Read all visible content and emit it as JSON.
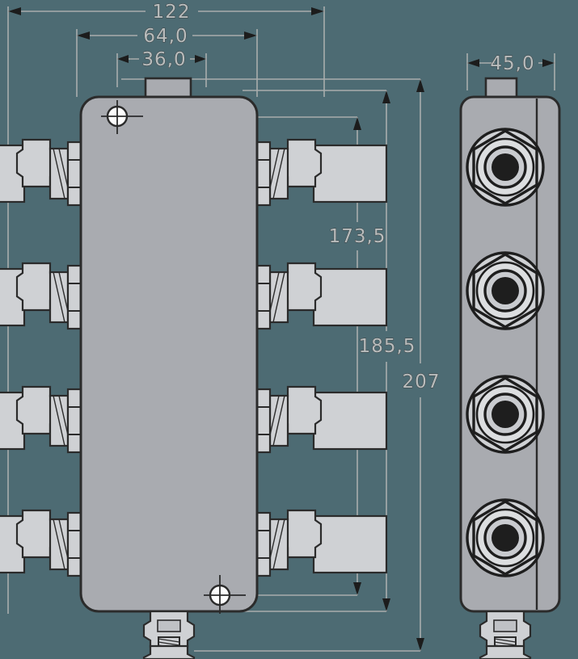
{
  "drawing": {
    "title": "Distribution box technical drawing",
    "background_color": "#4d6b73",
    "body_fill": "#a9abb0",
    "metal_fill": "#cfd1d4",
    "metal_fill_light": "#dcdee0",
    "line_color": "#2b2b2b",
    "dim_line_color": "#a9adad",
    "dim_text_color": "#b9bdbd",
    "bore_color": "#1e1e1e"
  },
  "dimensions": {
    "overall_width": "122",
    "hole_spacing_width": "64,0",
    "tab_width": "36,0",
    "side_depth": "45,0",
    "hole_spacing_height": "173,5",
    "body_height": "185,5",
    "overall_height": "207"
  },
  "views": {
    "front": {
      "name": "front-view",
      "connectors_left_count": 4,
      "connectors_right_count": 4,
      "mounting_holes": 2,
      "bottom_fitting": "vent-plug"
    },
    "side": {
      "name": "side-view",
      "connectors_count": 4,
      "bottom_fitting": "vent-plug"
    }
  }
}
